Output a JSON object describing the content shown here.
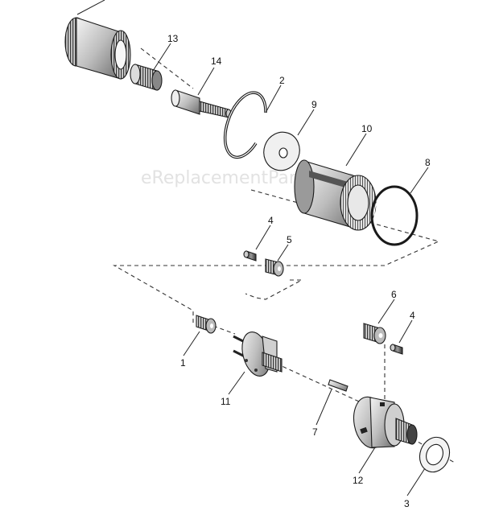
{
  "watermark": "eReplacementParts.com",
  "callouts": {
    "c13": "13",
    "c14": "14",
    "c2": "2",
    "c9": "9",
    "c10": "10",
    "c8": "8",
    "c4a": "4",
    "c5": "5",
    "c6": "6",
    "c4b": "4",
    "c1": "1",
    "c11": "11",
    "c7": "7",
    "c12": "12",
    "c3": "3"
  }
}
